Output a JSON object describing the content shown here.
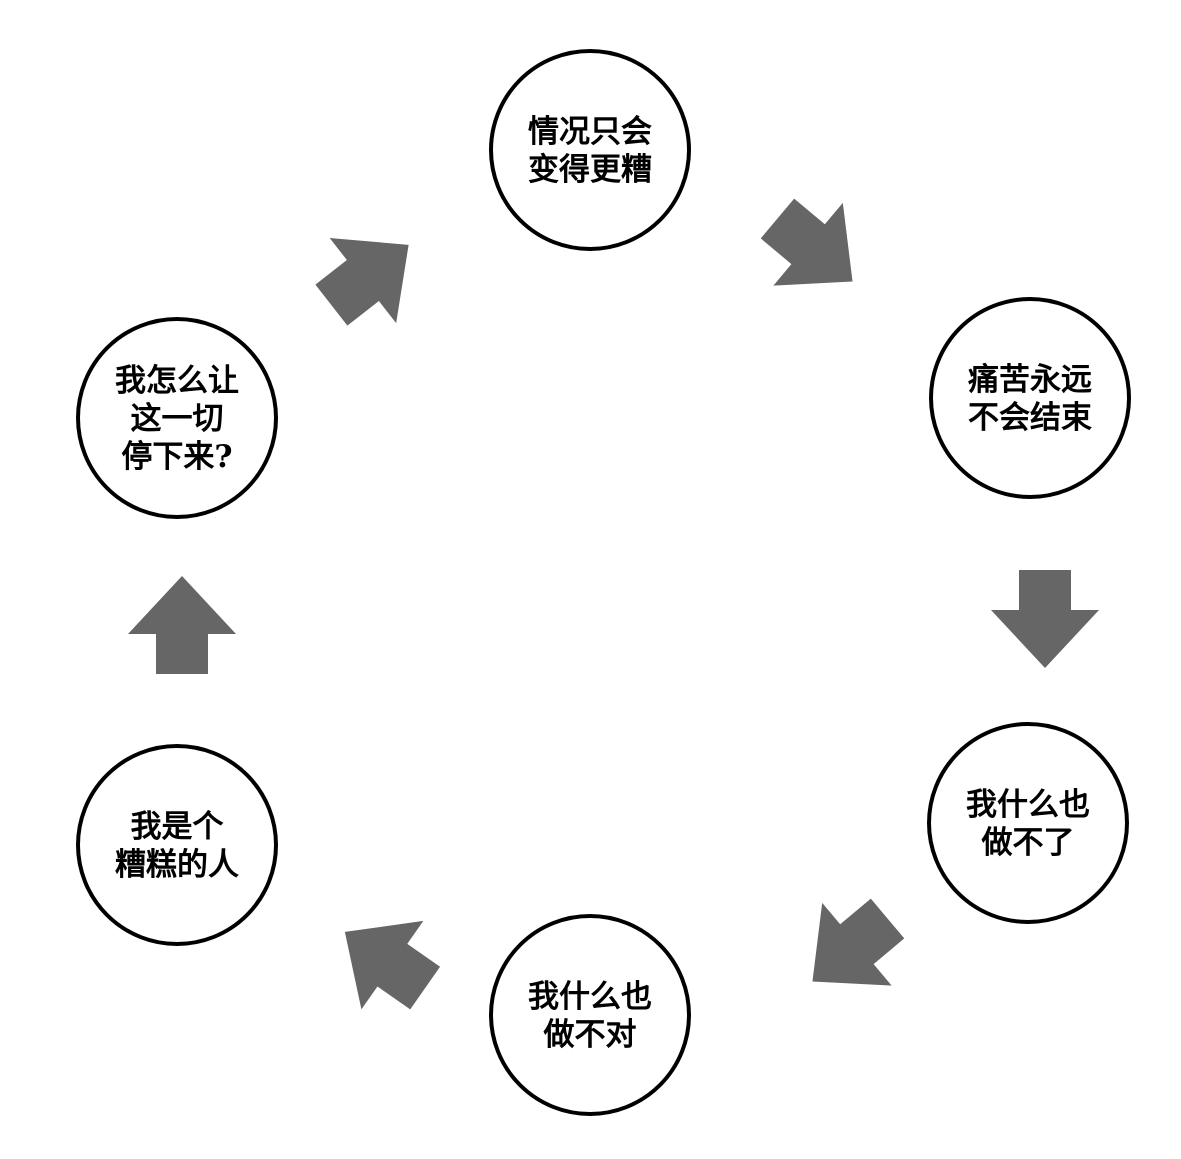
{
  "colors": {
    "arrow": "#666666",
    "circle_stroke": "#000000",
    "circle_fill": "#ffffff"
  },
  "nodes": [
    {
      "id": "worse",
      "lines": [
        "情况只会",
        "变得更糟"
      ]
    },
    {
      "id": "pain",
      "lines": [
        "痛苦永远",
        "不会结束"
      ]
    },
    {
      "id": "cant-do",
      "lines": [
        "我什么也",
        "做不了"
      ]
    },
    {
      "id": "do-wrong",
      "lines": [
        "我什么也",
        "做不对"
      ]
    },
    {
      "id": "bad-person",
      "lines": [
        "我是个",
        "糟糕的人"
      ]
    },
    {
      "id": "stop",
      "lines": [
        "我怎么让",
        "这一切",
        "停下来?"
      ]
    }
  ]
}
